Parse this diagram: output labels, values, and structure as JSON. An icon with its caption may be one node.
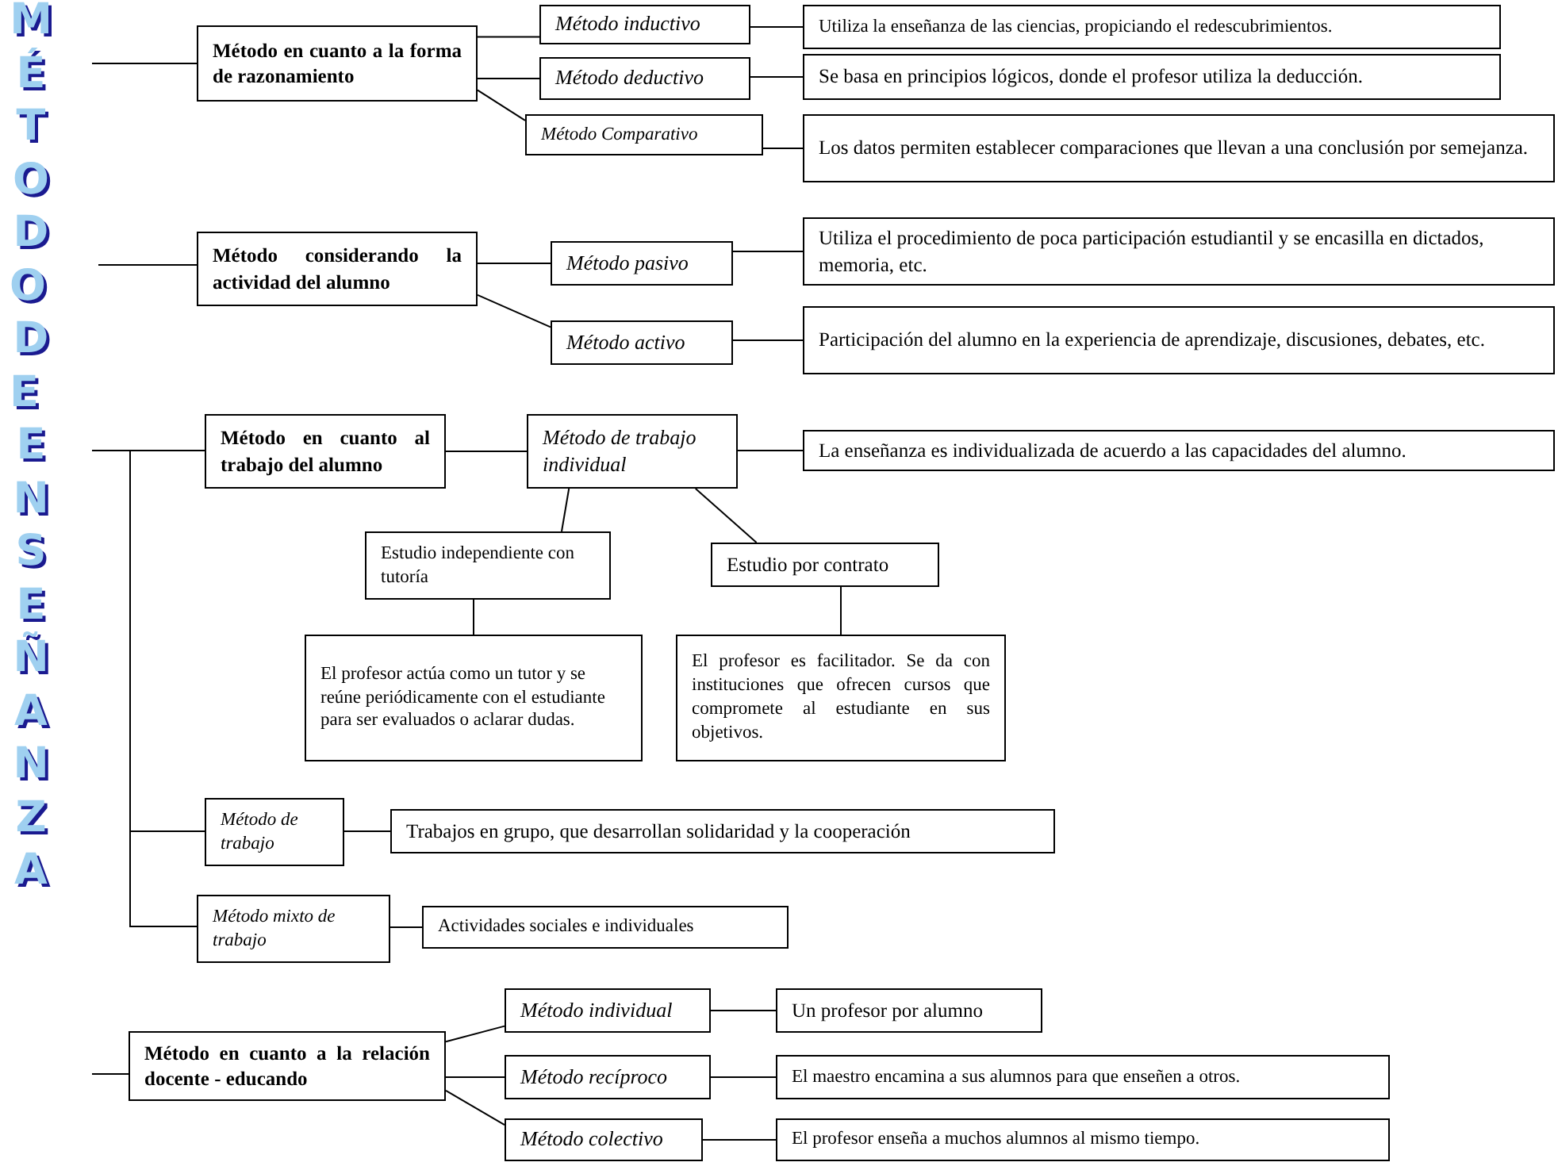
{
  "diagram": {
    "title": "MÉTODO DE ENSEÑANZA",
    "nodes": [
      {
        "text": [
          "Método en cuanto a la forma de razonamiento"
        ]
      },
      {
        "text": [
          "Método inductivo"
        ]
      },
      {
        "text": [
          "Utiliza la enseñanza de las ciencias, propiciando el redescubrimientos."
        ]
      },
      {
        "text": [
          "Método deductivo"
        ]
      },
      {
        "text": [
          "Se basa en principios lógicos, donde el profesor utiliza la deducción."
        ]
      },
      {
        "text": [
          "Método Comparativo"
        ]
      },
      {
        "text": [
          "Los datos permiten establecer comparaciones que llevan a una conclusión por semejanza."
        ]
      },
      {
        "text": [
          "Método considerando la actividad del alumno"
        ]
      },
      {
        "text": [
          "Método pasivo"
        ]
      },
      {
        "text": [
          "Utiliza el procedimiento de poca participación estudiantil y se encasilla en dictados, memoria, etc."
        ]
      },
      {
        "text": [
          "Método activo"
        ]
      },
      {
        "text": [
          "Participación del alumno en la experiencia de aprendizaje, discusiones, debates, etc."
        ]
      },
      {
        "text": [
          "Método en cuanto al trabajo del alumno"
        ]
      },
      {
        "text": [
          "Método de trabajo individual"
        ]
      },
      {
        "text": [
          "La enseñanza es individualizada de acuerdo a las capacidades del alumno."
        ]
      },
      {
        "text": [
          "Estudio independiente con tutoría"
        ]
      },
      {
        "text": [
          "Estudio por contrato"
        ]
      },
      {
        "text": [
          "El profesor actúa como un tutor y se reúne periódicamente con el estudiante para ser evaluados o aclarar dudas."
        ]
      },
      {
        "text": [
          "El profesor es facilitador. Se da con instituciones que ofrecen cursos que compromete al estudiante en sus objetivos."
        ]
      },
      {
        "text": [
          "Método de trabajo"
        ]
      },
      {
        "text": [
          "Trabajos en grupo, que desarrollan solidaridad y la cooperación"
        ]
      },
      {
        "text": [
          "Método mixto de trabajo"
        ]
      },
      {
        "text": [
          "Actividades sociales e individuales"
        ]
      },
      {
        "text": [
          "Método en cuanto a la relación docente - educando"
        ]
      },
      {
        "text": [
          "Método individual"
        ]
      },
      {
        "text": [
          "Un profesor por alumno"
        ]
      },
      {
        "text": [
          "Método recíproco"
        ]
      },
      {
        "text": [
          "El maestro encamina a sus alumnos para que enseñen a otros."
        ]
      },
      {
        "text": [
          "Método colectivo"
        ]
      },
      {
        "text": [
          "El profesor enseña a muchos alumnos al mismo tiempo."
        ]
      }
    ],
    "edges": [
      {
        "from": null,
        "to": 0,
        "arrow": "none"
      },
      {
        "from": 0,
        "to": 1,
        "arrow": "none"
      },
      {
        "from": 0,
        "to": 3,
        "arrow": "none"
      },
      {
        "from": 0,
        "to": 5,
        "arrow": "none"
      },
      {
        "from": 1,
        "to": 2,
        "arrow": "none"
      },
      {
        "from": 3,
        "to": 4,
        "arrow": "none"
      },
      {
        "from": 5,
        "to": 6,
        "arrow": "none"
      },
      {
        "from": null,
        "to": 7,
        "arrow": "none"
      },
      {
        "from": 7,
        "to": 8,
        "arrow": "none"
      },
      {
        "from": 7,
        "to": 10,
        "arrow": "none"
      },
      {
        "from": 8,
        "to": 9,
        "arrow": "none"
      },
      {
        "from": 10,
        "to": 11,
        "arrow": "none"
      },
      {
        "from": null,
        "to": 12,
        "arrow": "none"
      },
      {
        "from": 12,
        "to": 13,
        "arrow": "none"
      },
      {
        "from": 13,
        "to": 14,
        "arrow": "none"
      },
      {
        "from": 13,
        "to": 15,
        "arrow": "none"
      },
      {
        "from": 13,
        "to": 16,
        "arrow": "none"
      },
      {
        "from": 15,
        "to": 17,
        "arrow": "none"
      },
      {
        "from": 16,
        "to": 18,
        "arrow": "none"
      },
      {
        "from": null,
        "to": 19,
        "arrow": "none"
      },
      {
        "from": 19,
        "to": 20,
        "arrow": "none"
      },
      {
        "from": null,
        "to": 21,
        "arrow": "none"
      },
      {
        "from": 21,
        "to": 22,
        "arrow": "none"
      },
      {
        "from": null,
        "to": 23,
        "arrow": "none"
      },
      {
        "from": 23,
        "to": 24,
        "arrow": "none"
      },
      {
        "from": 23,
        "to": 26,
        "arrow": "none"
      },
      {
        "from": 23,
        "to": 28,
        "arrow": "none"
      },
      {
        "from": 24,
        "to": 25,
        "arrow": "none"
      },
      {
        "from": 26,
        "to": 27,
        "arrow": "none"
      },
      {
        "from": 28,
        "to": 29,
        "arrow": "none"
      }
    ]
  }
}
